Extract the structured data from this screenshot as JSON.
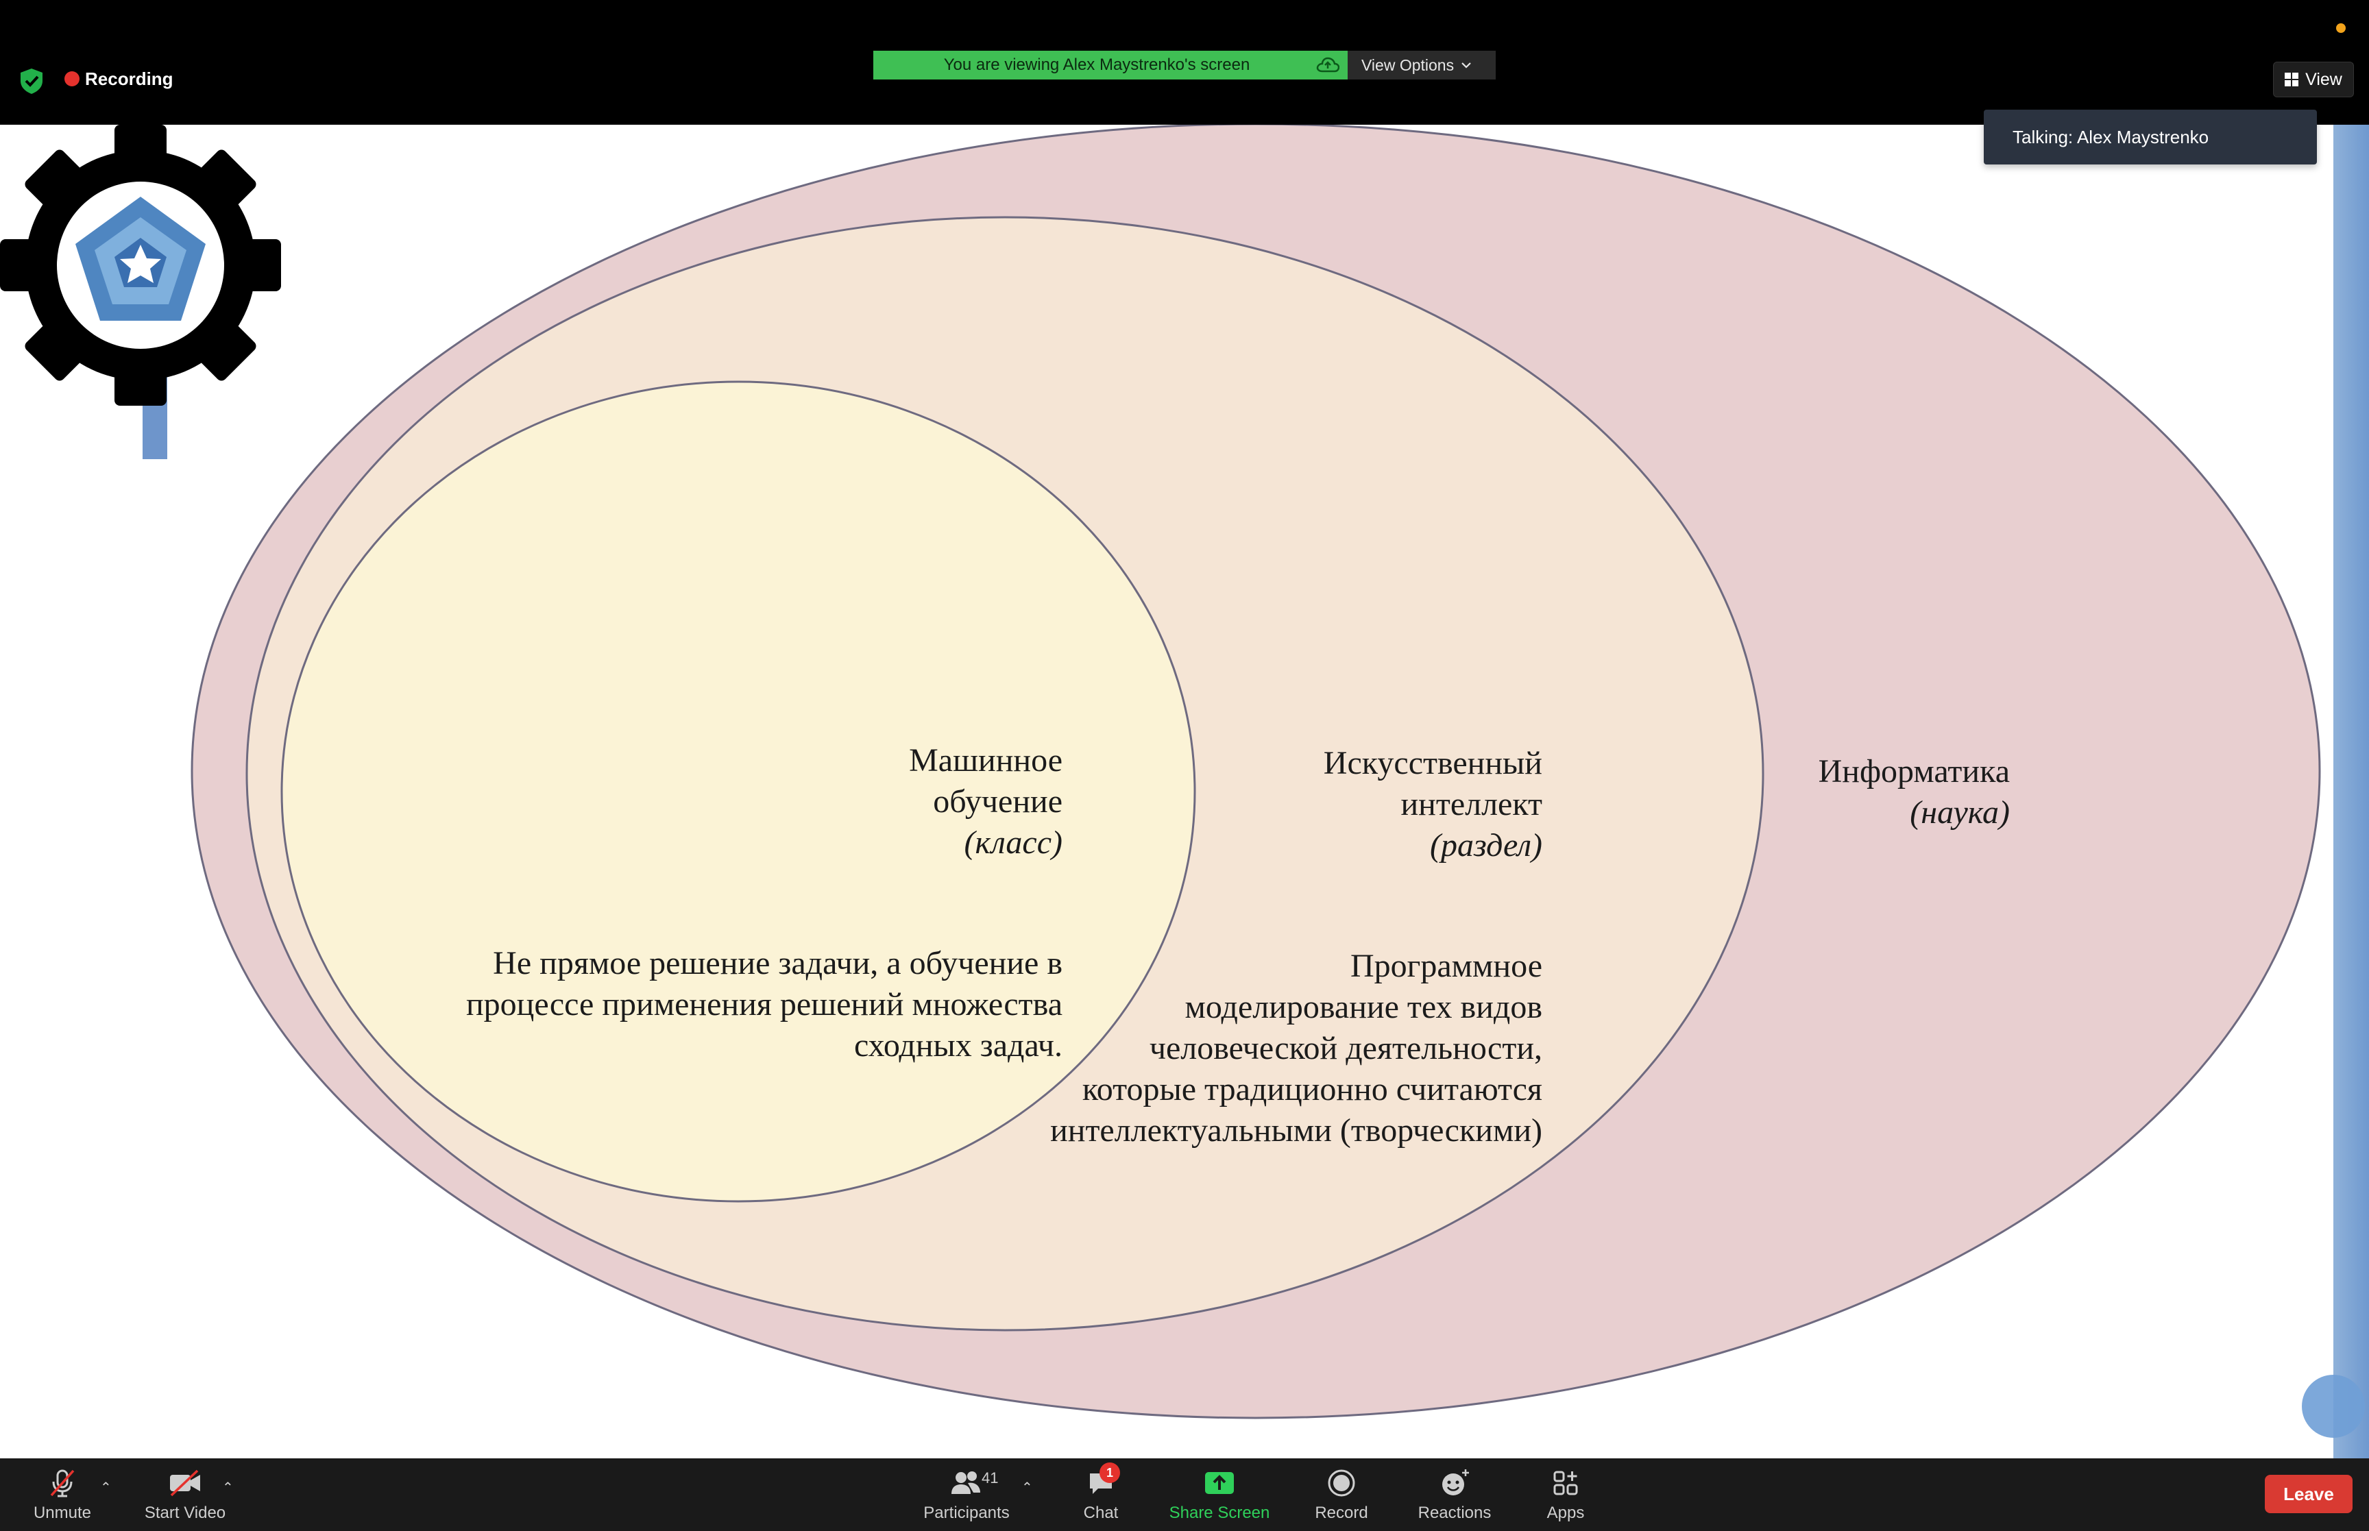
{
  "top_bar": {
    "recording_label": "Recording",
    "viewing_banner": "You are viewing Alex Maystrenko's screen",
    "view_options_label": "View Options",
    "view_button_label": "View"
  },
  "talking_indicator": "Talking: Alex Maystrenko",
  "slide": {
    "outer": {
      "title": "Информатика",
      "subtitle": "(наука)"
    },
    "middle": {
      "title_line1": "Искусственный",
      "title_line2": "интеллект",
      "subtitle": "(раздел)",
      "description": [
        "Программное",
        "моделирование тех видов",
        "человеческой деятельности,",
        "которые традиционно считаются",
        "интеллектуальными (творческими)"
      ]
    },
    "inner": {
      "title_line1": "Машинное",
      "title_line2": "обучение",
      "subtitle": "(класс)",
      "description": [
        "Не прямое решение задачи, а обучение в",
        "процессе применения решений множества",
        "сходных задач."
      ]
    },
    "colors": {
      "outer_fill": "#e8cfd0",
      "middle_fill": "#f5e5d5",
      "inner_fill": "#fbf3d6",
      "outline": "#6e6a80"
    }
  },
  "toolbar": {
    "unmute_label": "Unmute",
    "start_video_label": "Start Video",
    "participants_label": "Participants",
    "participants_count": "41",
    "chat_label": "Chat",
    "chat_badge": "1",
    "share_screen_label": "Share Screen",
    "record_label": "Record",
    "reactions_label": "Reactions",
    "apps_label": "Apps",
    "leave_label": "Leave"
  },
  "icons": {
    "shield": "shield-check-icon",
    "microphone": "microphone-muted-icon",
    "video": "video-off-icon",
    "participants": "participants-icon",
    "chat": "chat-icon",
    "share": "share-screen-icon",
    "record": "record-icon",
    "reactions": "reactions-icon",
    "apps": "apps-icon",
    "logo": "gear-star-logo"
  },
  "accent_colors": {
    "share_green": "#2fd05a",
    "leave_red": "#d93a32",
    "banner_green": "#3fbf54"
  }
}
